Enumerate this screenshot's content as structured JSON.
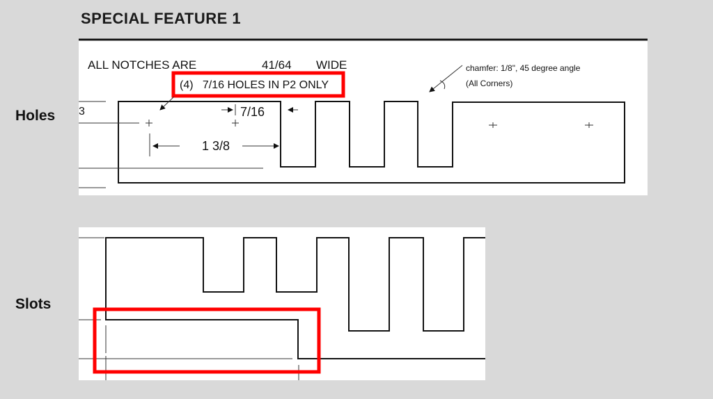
{
  "slide": {
    "title": "SPECIAL FEATURE 1",
    "labels": {
      "holes": "Holes",
      "slots": "Slots"
    }
  },
  "holes_drawing": {
    "notch_note": "ALL NOTCHES ARE",
    "notch_width": "41/64",
    "notch_wide": "WIDE",
    "holes_note": "(4)   7/16 HOLES IN P2 ONLY",
    "chamfer_note": "chamfer: 1/8\", 45 degree angle",
    "chamfer_scope": "(All Corners)",
    "dim_hole": "7/16",
    "dim_offset": "1 3/8",
    "edge_fragment": "3"
  },
  "highlight_color": "#ff0000"
}
